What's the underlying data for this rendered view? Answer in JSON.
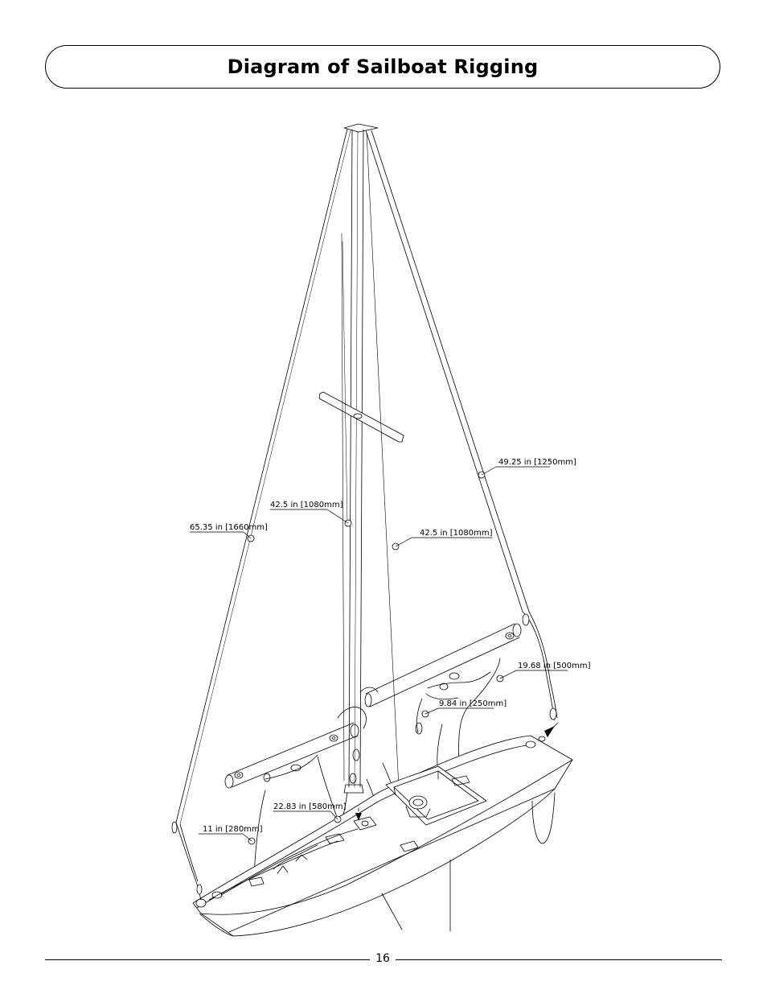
{
  "header": {
    "title": "Diagram of Sailboat Rigging"
  },
  "diagram": {
    "labels": {
      "backstay": "65.35 in [1660mm]",
      "mainsail_luff": "42.5 in [1080mm]",
      "jib_luff": "42.5 in [1080mm]",
      "forestay": "49.25 in [1250mm]",
      "jib_sheet": "19.68 in [500mm]",
      "jib_boom_line": "9.84 in [250mm]",
      "main_sheet": "22.83 in [580mm]",
      "main_boom_line": "11 in [280mm]"
    }
  },
  "footer": {
    "page_number": "16"
  }
}
